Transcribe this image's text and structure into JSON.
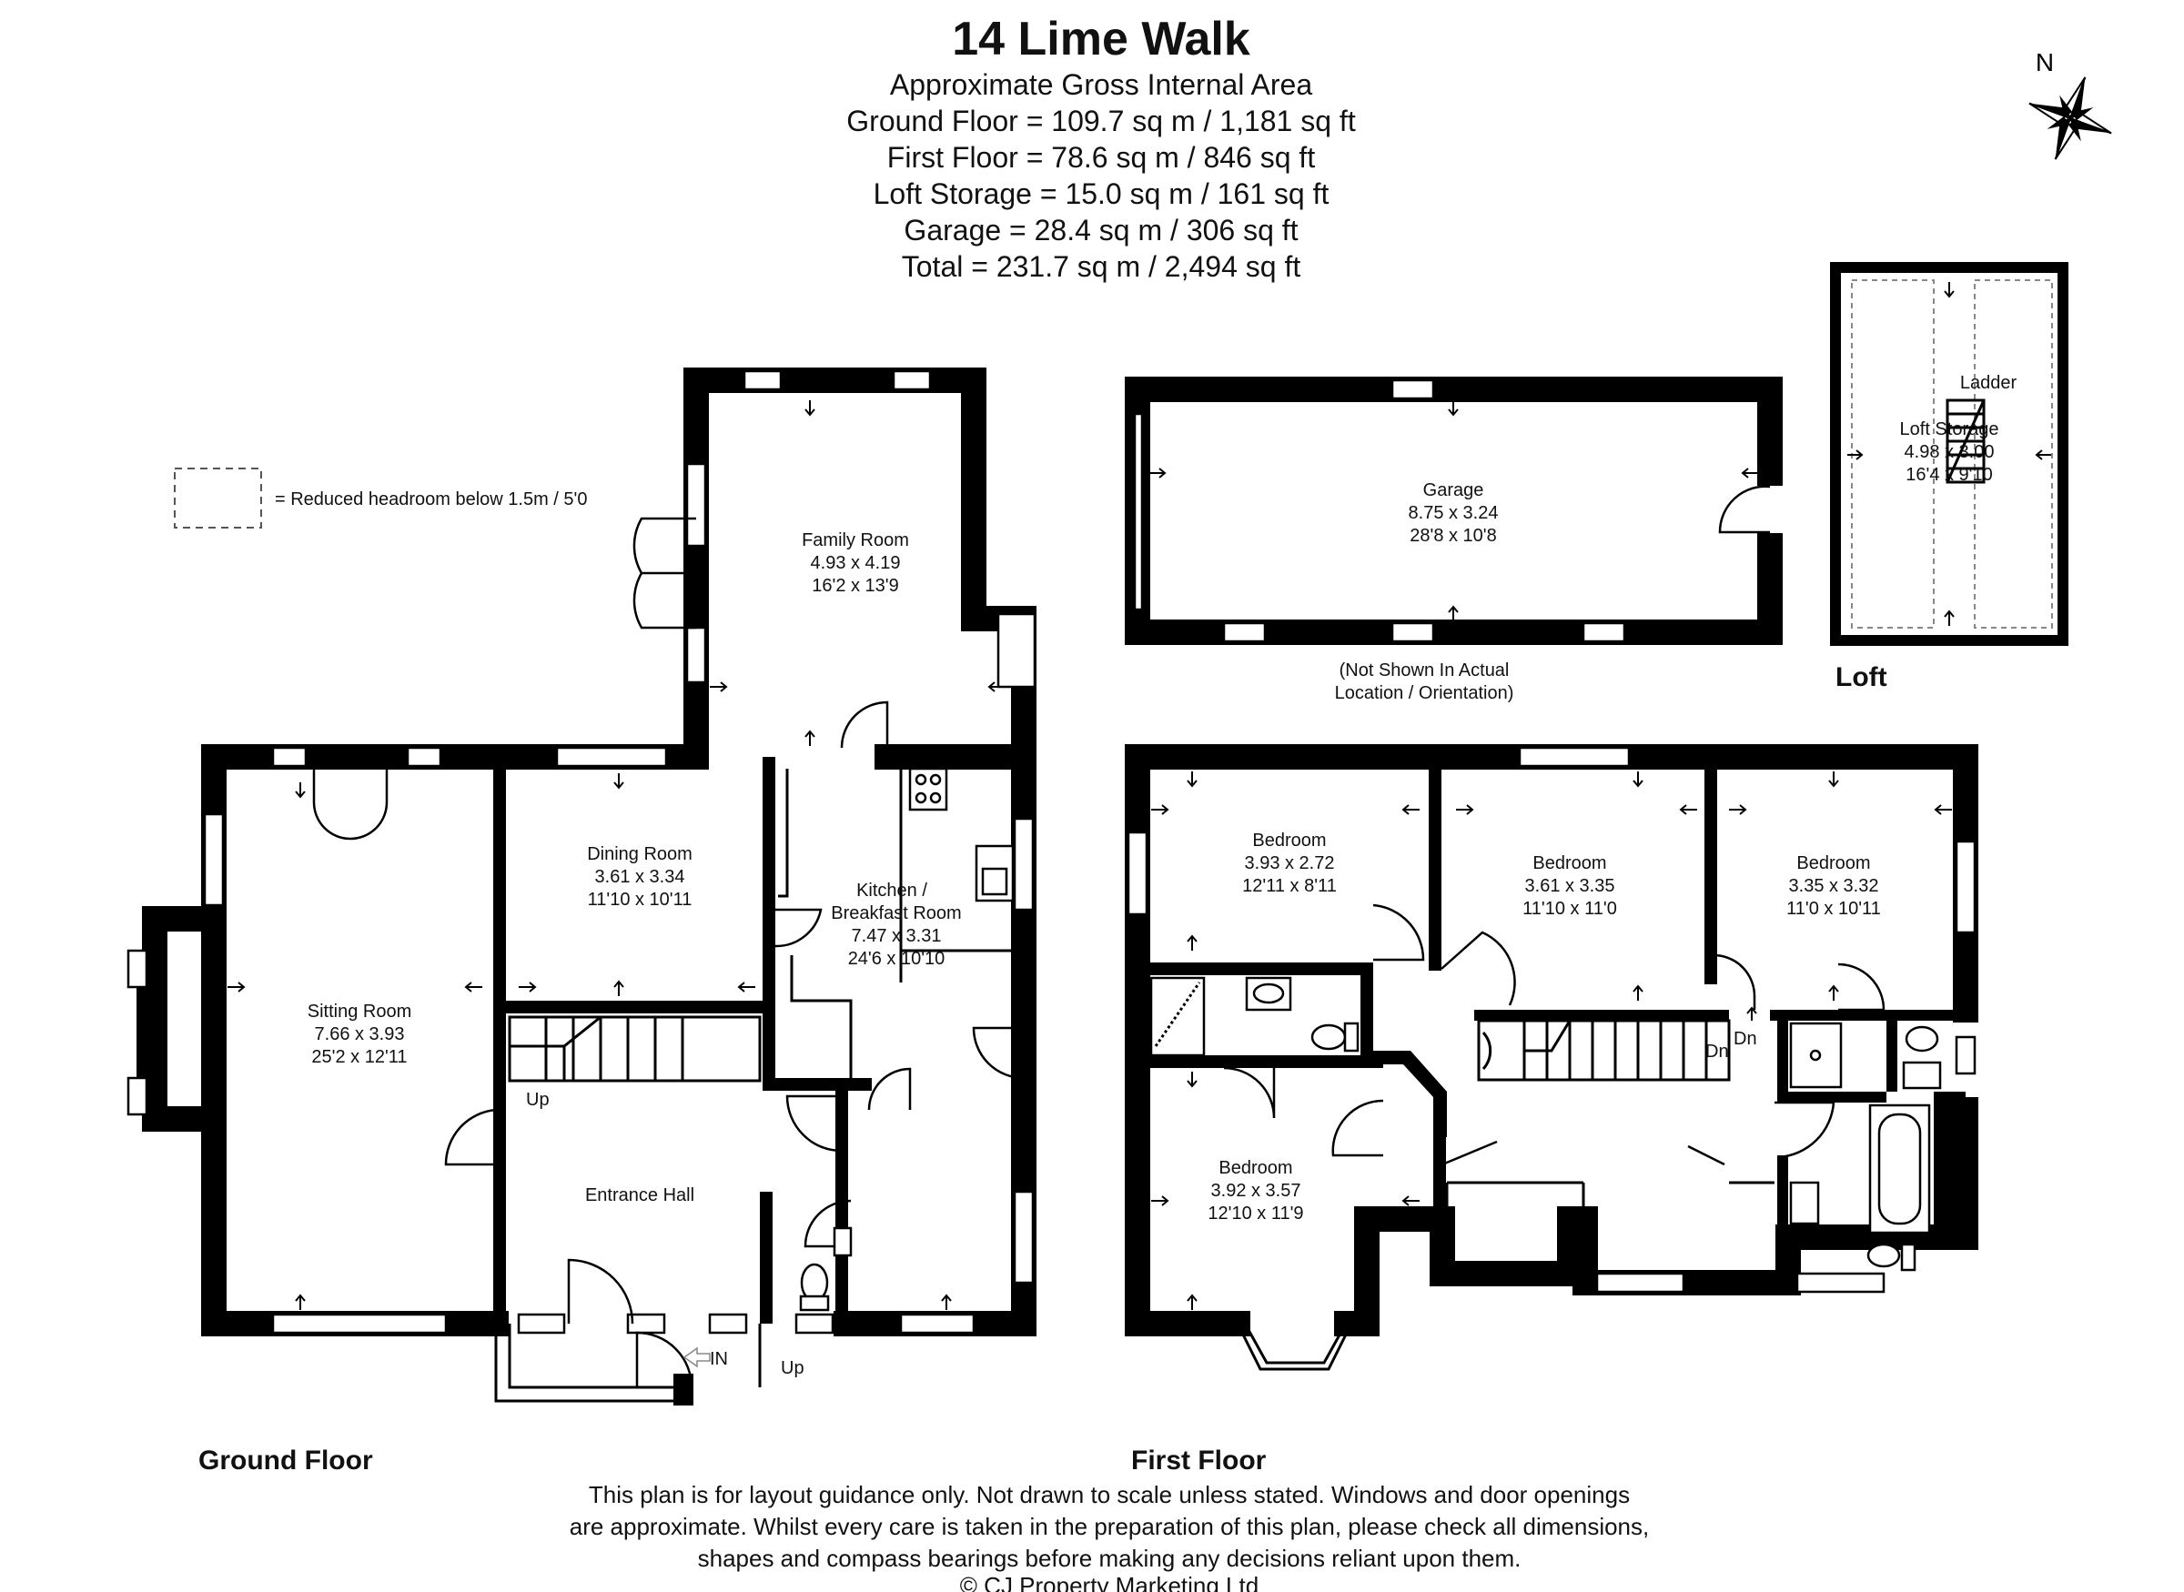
{
  "header": {
    "title": "14 Lime Walk",
    "subtitle": "Approximate Gross Internal Area",
    "areas": [
      "Ground Floor = 109.7 sq m / 1,181 sq ft",
      "First Floor = 78.6 sq m / 846 sq ft",
      "Loft Storage = 15.0 sq m / 161 sq ft",
      "Garage = 28.4 sq m / 306 sq ft",
      "Total = 231.7 sq m / 2,494 sq ft"
    ]
  },
  "compass": {
    "label": "N"
  },
  "legend": {
    "text": "= Reduced headroom below 1.5m / 5'0"
  },
  "floors": {
    "ground": "Ground Floor",
    "first": "First Floor",
    "loft": "Loft"
  },
  "rooms": {
    "family": {
      "name": "Family Room",
      "metric": "4.93 x 4.19",
      "imperial": "16'2 x 13'9"
    },
    "sitting": {
      "name": "Sitting Room",
      "metric": "7.66 x 3.93",
      "imperial": "25'2 x 12'11"
    },
    "dining": {
      "name": "Dining Room",
      "metric": "3.61 x 3.34",
      "imperial": "11'10 x 10'11"
    },
    "kitchen": {
      "name_line1": "Kitchen /",
      "name_line2": "Breakfast Room",
      "metric": "7.47 x 3.31",
      "imperial": "24'6 x 10'10"
    },
    "hall": {
      "name": "Entrance Hall"
    },
    "garage": {
      "name": "Garage",
      "metric": "8.75 x 3.24",
      "imperial": "28'8 x 10'8"
    },
    "loft_storage": {
      "name": "Loft Storage",
      "metric": "4.98 x 3.00",
      "imperial": "16'4 x 9'10",
      "ladder": "Ladder"
    },
    "bed1": {
      "name": "Bedroom",
      "metric": "3.93 x 2.72",
      "imperial": "12'11 x 8'11"
    },
    "bed2": {
      "name": "Bedroom",
      "metric": "3.61 x 3.35",
      "imperial": "11'10 x 11'0"
    },
    "bed3": {
      "name": "Bedroom",
      "metric": "3.35 x 3.32",
      "imperial": "11'0 x 10'11"
    },
    "bed4": {
      "name": "Bedroom",
      "metric": "3.92 x 3.57",
      "imperial": "12'10 x 11'9"
    }
  },
  "labels": {
    "up1": "Up",
    "up2": "Up",
    "in": "IN",
    "dn1": "Dn",
    "dn2": "Dn",
    "garage_note1": "(Not Shown In Actual",
    "garage_note2": "Location / Orientation)"
  },
  "footer": {
    "lines": [
      "This plan is for layout guidance only. Not drawn to scale unless stated. Windows and door openings",
      "are approximate. Whilst every care is taken in the preparation of this plan, please check all dimensions,",
      "shapes and compass bearings before making any decisions reliant upon them.",
      "© CJ Property Marketing Ltd"
    ]
  }
}
